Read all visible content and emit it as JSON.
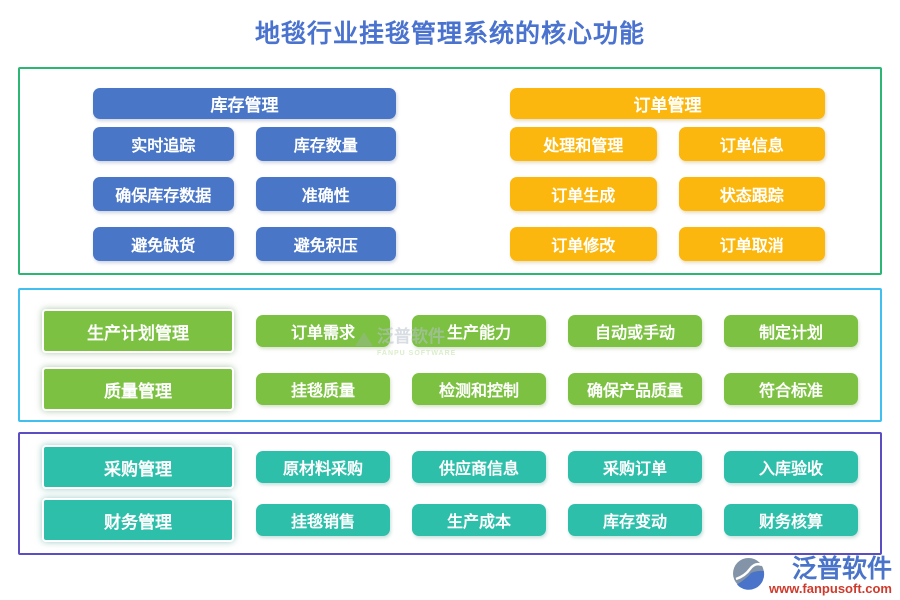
{
  "title": "地毯行业挂毯管理系统的核心功能",
  "colors": {
    "title_blue": "#4a72cf",
    "button_blue": "#4a76c8",
    "button_orange": "#fbb70d",
    "button_green": "#7cc142",
    "button_teal": "#2ebfab",
    "section1_border": "#2bb673",
    "section2_border": "#41c0f0",
    "section3_border": "#5a4ec2",
    "logo_blue": "#4a74c9",
    "logo_red": "#cf3a2c"
  },
  "sections": [
    {
      "groups": [
        {
          "header": "库存管理",
          "items": [
            "实时追踪",
            "库存数量",
            "确保库存数据",
            "准确性",
            "避免缺货",
            "避免积压"
          ]
        },
        {
          "header": "订单管理",
          "items": [
            "处理和管理",
            "订单信息",
            "订单生成",
            "状态跟踪",
            "订单修改",
            "订单取消"
          ]
        }
      ]
    },
    {
      "rows": [
        {
          "category": "生产计划管理",
          "items": [
            "订单需求",
            "生产能力",
            "自动或手动",
            "制定计划"
          ]
        },
        {
          "category": "质量管理",
          "items": [
            "挂毯质量",
            "检测和控制",
            "确保产品质量",
            "符合标准"
          ]
        }
      ]
    },
    {
      "rows": [
        {
          "category": "采购管理",
          "items": [
            "原材料采购",
            "供应商信息",
            "采购订单",
            "入库验收"
          ]
        },
        {
          "category": "财务管理",
          "items": [
            "挂毯销售",
            "生产成本",
            "库存变动",
            "财务核算"
          ]
        }
      ]
    }
  ],
  "watermark": {
    "text": "泛普软件",
    "subtext": "FANPU SOFTWARE"
  },
  "logo": {
    "name": "泛普软件",
    "url": "www.fanpusoft.com"
  }
}
